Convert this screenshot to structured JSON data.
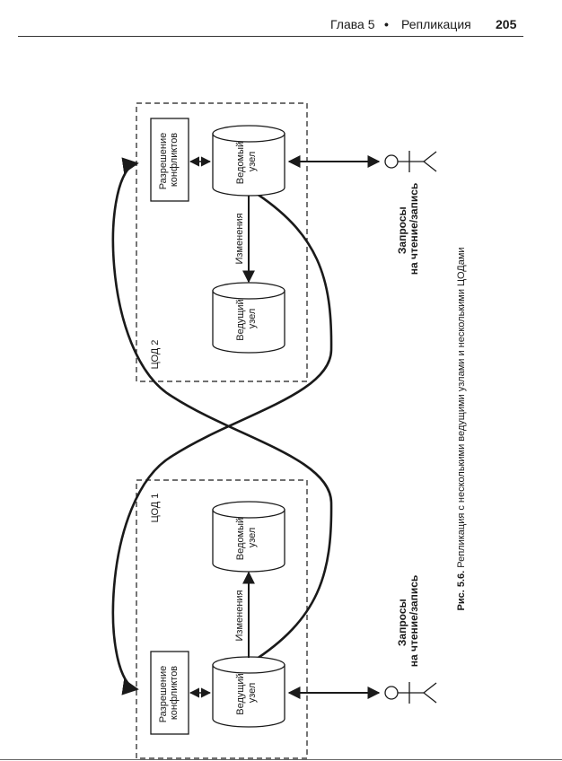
{
  "header": {
    "chapter": "Глава 5",
    "separator": "•",
    "section": "Репликация",
    "page_number": "205"
  },
  "figure": {
    "dc2_label": "ЦОД 2",
    "dc1_label": "ЦОД 1",
    "resolve_line1": "Разрешение",
    "resolve_line2": "конфликтов",
    "follower_line1": "Ведомый",
    "follower_line2": "узел",
    "leader_line1": "Ведущий",
    "leader_line2": "узел",
    "changes_label": "Изменения",
    "requests_line1": "Запросы",
    "requests_line2": "на чтение/запись",
    "caption_number": "Рис. 5.6.",
    "caption_text": " Репликация с несколькими ведущими узлами и несколькими ЦОДами"
  }
}
